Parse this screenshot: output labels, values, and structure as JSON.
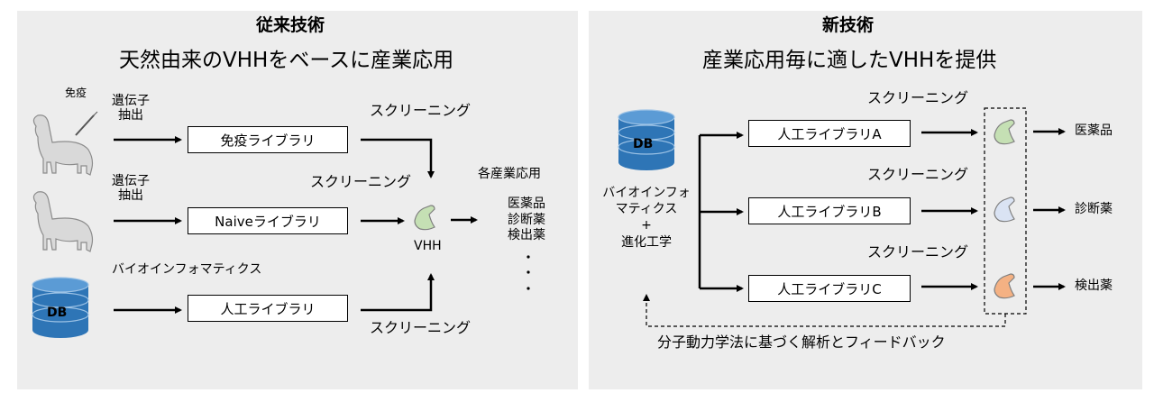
{
  "left": {
    "title": "従来技術",
    "subtitle": "天然由来のVHHをベースに産業応用",
    "immune_label": "免疫",
    "extract_label_1": "遺伝子抽出",
    "extract_label_1_line1": "遺伝子",
    "extract_label_1_line2": "抽出",
    "extract_label_2_line1": "遺伝子",
    "extract_label_2_line2": "抽出",
    "bioinfo_label": "バイオインフォマティクス",
    "library_immune": "免疫ライブラリ",
    "library_naive": "Naiveライブラリ",
    "library_artificial": "人工ライブラリ",
    "screening_top": "スクリーニング",
    "screening_mid": "スクリーニング",
    "screening_bottom": "スクリーニング",
    "vhh_label": "VHH",
    "applications_title": "各産業応用",
    "app_1": "医薬品",
    "app_2": "診断薬",
    "app_3": "検出薬",
    "db_label": "DB"
  },
  "right": {
    "title": "新技術",
    "subtitle": "産業応用毎に適したVHHを提供",
    "db_label": "DB",
    "db_caption_line1": "バイオインフォ",
    "db_caption_line2": "マティクス",
    "db_caption_line3": "+",
    "db_caption_line4": "進化工学",
    "library_a": "人工ライブラリA",
    "library_b": "人工ライブラリB",
    "library_c": "人工ライブラリC",
    "screening_a": "スクリーニング",
    "screening_b": "スクリーニング",
    "screening_c": "スクリーニング",
    "out_1": "医薬品",
    "out_2": "診断薬",
    "out_3": "検出薬",
    "feedback_label": "分子動力学法に基づく解析とフィードバック"
  },
  "colors": {
    "panel_bg": "#ededed",
    "db_blue": "#2e75b6",
    "db_light": "#5b9bd5",
    "vhh_green": "#c5e0b4",
    "vhh_blue": "#dae3f3",
    "vhh_orange": "#f4b183"
  }
}
